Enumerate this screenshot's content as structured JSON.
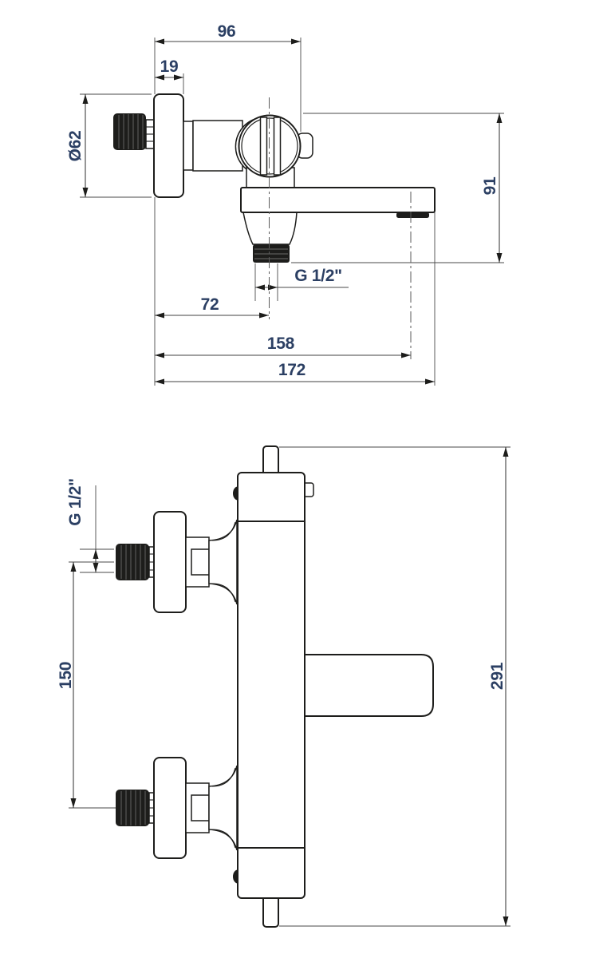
{
  "drawing": {
    "kind": "technical dimensional drawing – wall mounted bath mixer tap, two views",
    "colors": {
      "background": "#ffffff",
      "outline": "#1d1d1b",
      "dimension_text": "#2b3f63",
      "thread_fill": "#1d1d1b"
    },
    "side_view": {
      "width_top": "96",
      "flange_depth": "19",
      "flange_diameter": "Ø62",
      "height": "91",
      "outlet_thread": "G 1/2\"",
      "outlet_offset": "72",
      "aerator_reach": "158",
      "total_reach": "172"
    },
    "front_view": {
      "inlet_thread": "G 1/2\"",
      "inlet_spacing": "150",
      "total_height": "291"
    }
  }
}
